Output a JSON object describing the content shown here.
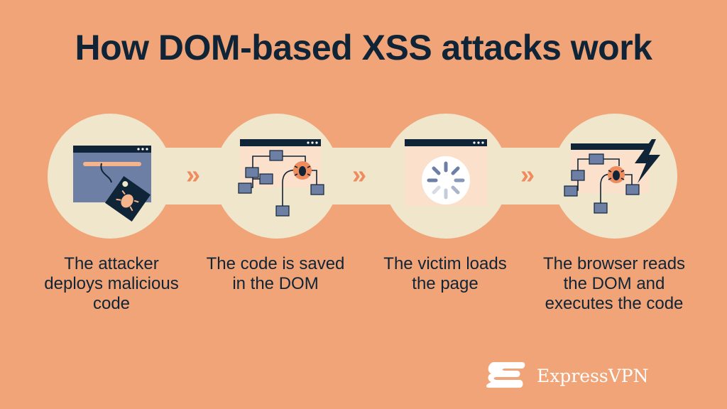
{
  "title": "How DOM-based XSS attacks work",
  "steps": [
    {
      "label": "The attacker deploys malicious code",
      "icon": "malicious-tag-icon"
    },
    {
      "label": "The code is saved in the DOM",
      "icon": "dom-tree-bug-icon"
    },
    {
      "label": "The victim loads the page",
      "icon": "page-loading-icon"
    },
    {
      "label": "The browser reads the DOM and executes the code",
      "icon": "dom-execute-lightning-icon"
    }
  ],
  "arrow_glyph": "»",
  "brand": {
    "name": "ExpressVPN",
    "logo": "expressvpn-logo-icon"
  },
  "colors": {
    "background": "#f0a477",
    "band": "#f0e6cc",
    "title": "#0f2436",
    "accent": "#ee8c5e",
    "icon_blue": "#6e7fa6",
    "icon_dark": "#0f2436"
  }
}
